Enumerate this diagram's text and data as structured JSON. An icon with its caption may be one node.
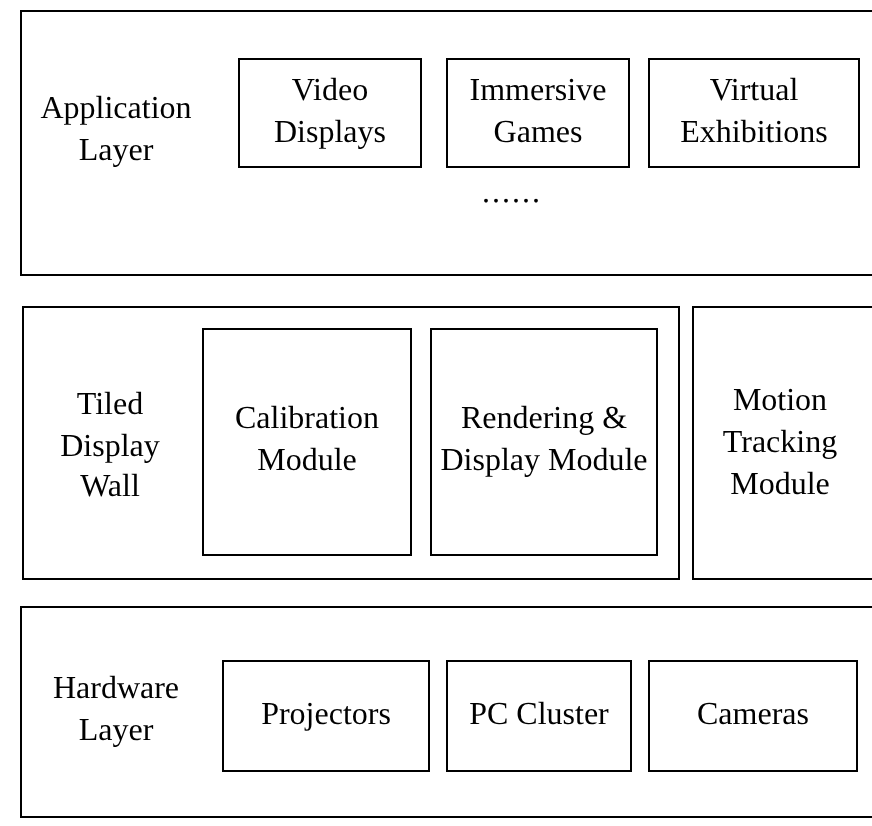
{
  "diagram": {
    "nodes": [
      {
        "text": [
          "Application Layer"
        ]
      },
      {
        "text": [
          "Video Displays"
        ],
        "in": 0
      },
      {
        "text": [
          "Immersive Games"
        ],
        "in": 0
      },
      {
        "text": [
          "Virtual Exhibitions"
        ],
        "in": 0
      },
      {
        "text": [
          "Tiled Display Wall"
        ]
      },
      {
        "text": [
          "Calibration Module"
        ],
        "in": 4
      },
      {
        "text": [
          "Rendering & Display Module"
        ],
        "in": 4
      },
      {
        "text": [
          "Motion Tracking Module"
        ]
      },
      {
        "text": [
          "Hardware Layer"
        ]
      },
      {
        "text": [
          "Projectors"
        ],
        "in": 8
      },
      {
        "text": [
          "PC Cluster"
        ],
        "in": 8
      },
      {
        "text": [
          "Cameras"
        ],
        "in": 8
      }
    ],
    "labels": [
      "......"
    ]
  }
}
